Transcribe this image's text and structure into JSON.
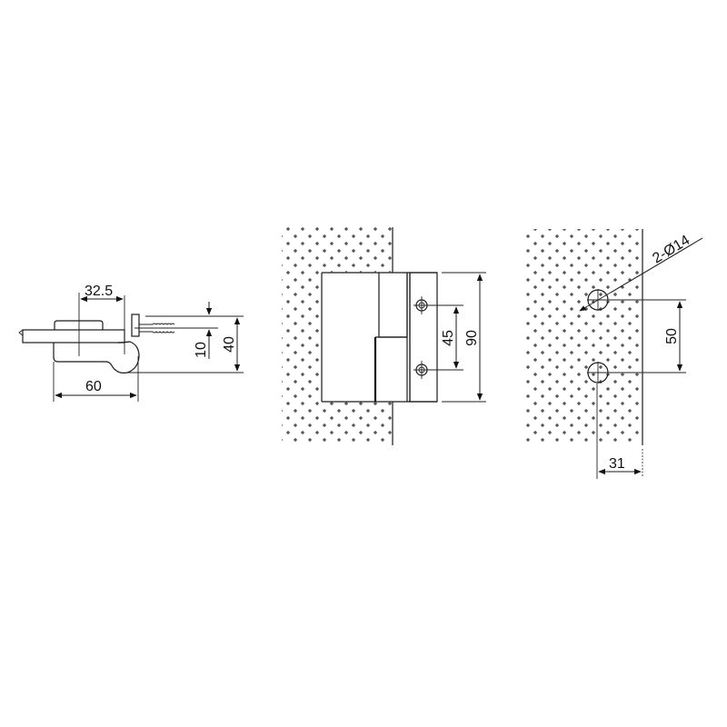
{
  "diagram": {
    "type": "technical-dimension-drawing",
    "subject": "glass door hinge",
    "views": [
      {
        "id": "side-view",
        "dimensions": {
          "offset_top": "32.5",
          "width": "60",
          "gap": "10",
          "height": "40"
        }
      },
      {
        "id": "front-view",
        "dimensions": {
          "hole_spacing": "45",
          "height": "90"
        }
      },
      {
        "id": "cutout-view",
        "dimensions": {
          "holes": "2-Ø14",
          "hole_spacing": "50",
          "edge_offset": "31"
        }
      }
    ]
  },
  "colors": {
    "line": "#1a1a1a",
    "background": "#ffffff",
    "hatch": "#222222"
  }
}
